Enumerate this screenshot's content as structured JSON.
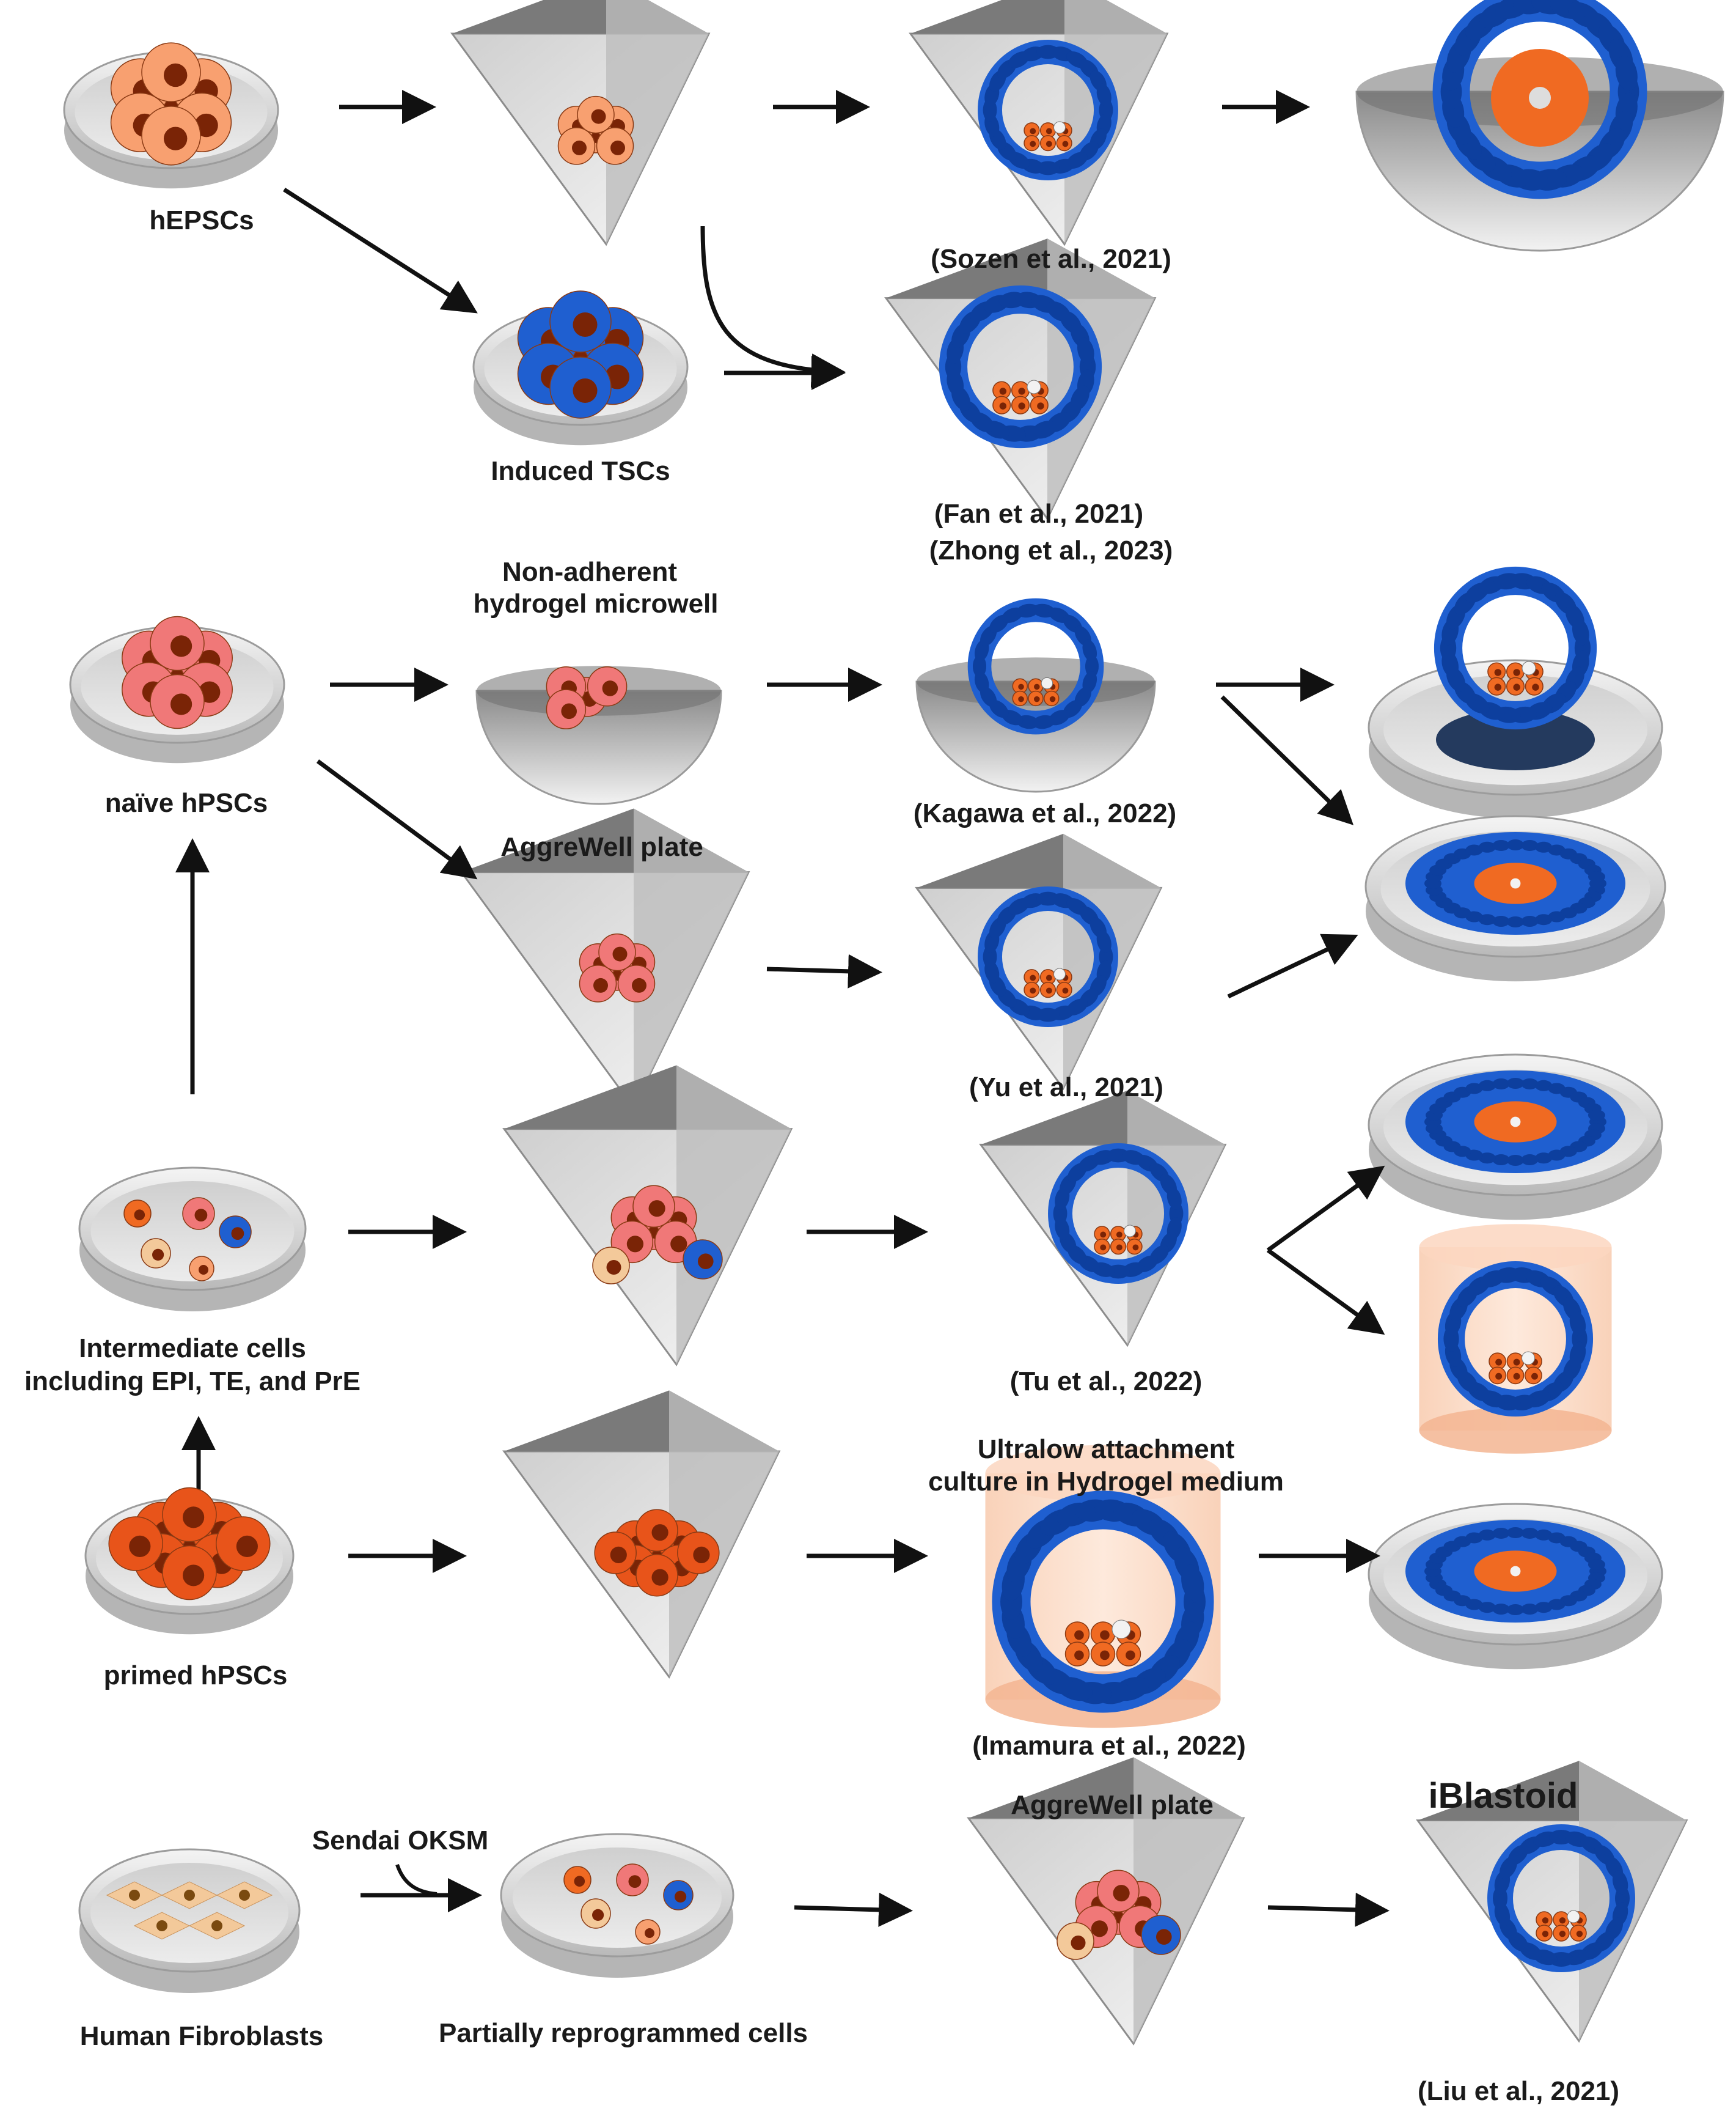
{
  "labels": {
    "hepscs": "hEPSCs",
    "induced_tscs": "Induced TSCs",
    "sozen": "(Sozen et al., 2021)",
    "fan": "(Fan et al., 2021)",
    "zhong": "(Zhong et al., 2023)",
    "nonadherent_1": "Non-adherent",
    "nonadherent_2": "hydrogel microwell",
    "naive": "naïve hPSCs",
    "kagawa": "(Kagawa et al., 2022)",
    "aggrewell_1": "AggreWell plate",
    "yu": "(Yu et al., 2021)",
    "intermediate_1": "Intermediate cells",
    "intermediate_2": "including EPI, TE, and PrE",
    "tu": "(Tu et al., 2022)",
    "ultralow_1": "Ultralow attachment",
    "ultralow_2": "culture in Hydrogel medium",
    "primed": "primed hPSCs",
    "imamura": "(Imamura et al., 2022)",
    "sendai": "Sendai OKSM",
    "aggrewell_2": "AggreWell plate",
    "iblastoid": "iBlastoid",
    "fibroblasts": "Human Fibroblasts",
    "partial": "Partially reprogrammed cells",
    "liu": "(Liu et al., 2021)"
  },
  "colors": {
    "te_blue": "#1f5fd0",
    "epi_orange": "#f06a22",
    "hepsc_peach": "#f8a070",
    "naive_pink": "#f07878",
    "primed_orange": "#e8541a",
    "fibroblast_tan": "#f3c99a",
    "hydrogel_peach": "#fbd6bf",
    "dish_grey": "#d9d9d9"
  },
  "icons": [
    "culture-dish-icon",
    "pyramid-microwell-icon",
    "round-microwell-icon",
    "blastoid-icon",
    "hydrogel-cylinder-icon",
    "arrow-icon"
  ]
}
